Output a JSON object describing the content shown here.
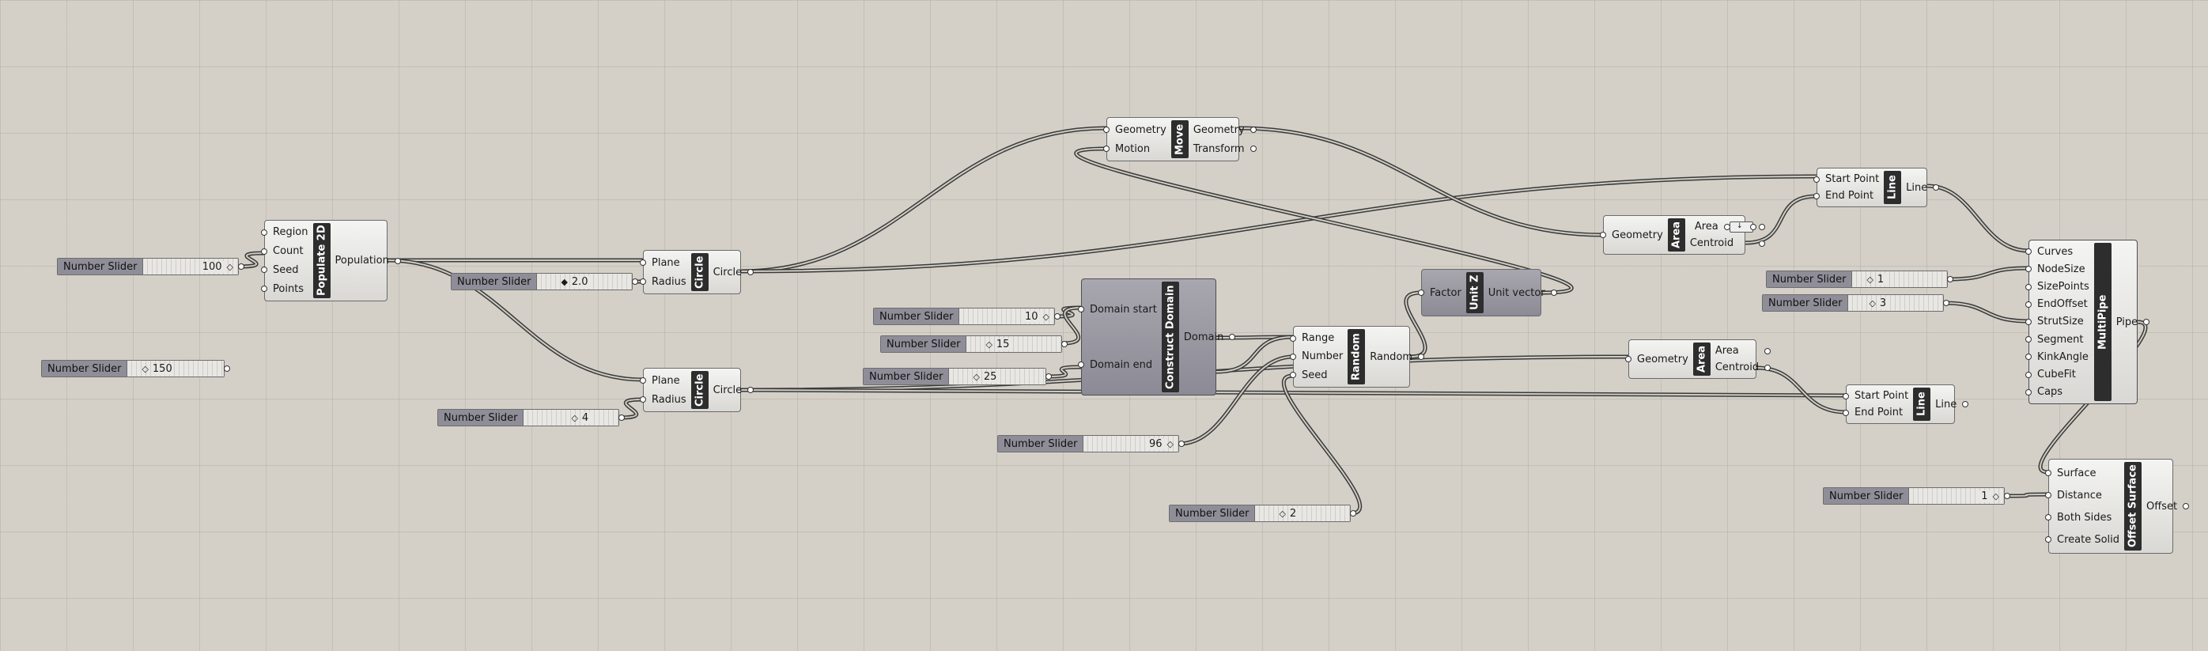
{
  "app": {
    "title": "Grasshopper"
  },
  "sliders": [
    {
      "id": "s1",
      "label": "Number Slider",
      "value": "100",
      "knob": "right"
    },
    {
      "id": "s2",
      "label": "Number Slider",
      "value": "150",
      "knob": "left"
    },
    {
      "id": "s3",
      "label": "Number Slider",
      "value": "2.0",
      "knob": "left"
    },
    {
      "id": "s4",
      "label": "Number Slider",
      "value": "4",
      "knob": "left"
    },
    {
      "id": "s5",
      "label": "Number Slider",
      "value": "10",
      "knob": "right"
    },
    {
      "id": "s6",
      "label": "Number Slider",
      "value": "15",
      "knob": "left"
    },
    {
      "id": "s7",
      "label": "Number Slider",
      "value": "25",
      "knob": "left"
    },
    {
      "id": "s8",
      "label": "Number Slider",
      "value": "96",
      "knob": "right"
    },
    {
      "id": "s9",
      "label": "Number Slider",
      "value": "2",
      "knob": "left"
    },
    {
      "id": "s10",
      "label": "Number Slider",
      "value": "1",
      "knob": "left"
    },
    {
      "id": "s11",
      "label": "Number Slider",
      "value": "3",
      "knob": "left"
    },
    {
      "id": "s12",
      "label": "Number Slider",
      "value": "1",
      "knob": "right"
    }
  ],
  "components": {
    "populate": {
      "title": "Populate 2D",
      "inputs": [
        "Region",
        "Count",
        "Seed",
        "Points"
      ],
      "outputs": [
        "Population"
      ]
    },
    "circle1": {
      "title": "Circle",
      "inputs": [
        "Plane",
        "Radius"
      ],
      "outputs": [
        "Circle"
      ]
    },
    "circle2": {
      "title": "Circle",
      "inputs": [
        "Plane",
        "Radius"
      ],
      "outputs": [
        "Circle"
      ]
    },
    "move": {
      "title": "Move",
      "inputs": [
        "Geometry",
        "Motion"
      ],
      "outputs": [
        "Geometry",
        "Transform"
      ]
    },
    "domain": {
      "title": "Construct Domain",
      "inputs": [
        "Domain start",
        "Domain end"
      ],
      "outputs": [
        "Domain"
      ]
    },
    "random": {
      "title": "Random",
      "inputs": [
        "Range",
        "Number",
        "Seed"
      ],
      "outputs": [
        "Random"
      ]
    },
    "unitz": {
      "title": "Unit Z",
      "inputs": [
        "Factor"
      ],
      "outputs": [
        "Unit vector"
      ]
    },
    "area1": {
      "title": "Area",
      "inputs": [
        "Geometry"
      ],
      "outputs": [
        "Area",
        "Centroid"
      ]
    },
    "area2": {
      "title": "Area",
      "inputs": [
        "Geometry"
      ],
      "outputs": [
        "Area",
        "Centroid"
      ]
    },
    "line1": {
      "title": "Line",
      "inputs": [
        "Start Point",
        "End Point"
      ],
      "outputs": [
        "Line"
      ]
    },
    "line2": {
      "title": "Line",
      "inputs": [
        "Start Point",
        "End Point"
      ],
      "outputs": [
        "Line"
      ]
    },
    "multipipe": {
      "title": "MultiPipe",
      "inputs": [
        "Curves",
        "NodeSize",
        "SizePoints",
        "EndOffset",
        "StrutSize",
        "Segment",
        "KinkAngle",
        "CubeFit",
        "Caps"
      ],
      "outputs": [
        "Pipe"
      ]
    },
    "offset": {
      "title": "Offset Surface",
      "inputs": [
        "Surface",
        "Distance",
        "Both Sides",
        "Create Solid"
      ],
      "outputs": [
        "Offset"
      ]
    }
  },
  "colors": {
    "canvas": "#d4d0c8",
    "slider_label": "#8f8e98",
    "title_bar": "#2d2d2d",
    "wire": "#3a3a3a"
  }
}
